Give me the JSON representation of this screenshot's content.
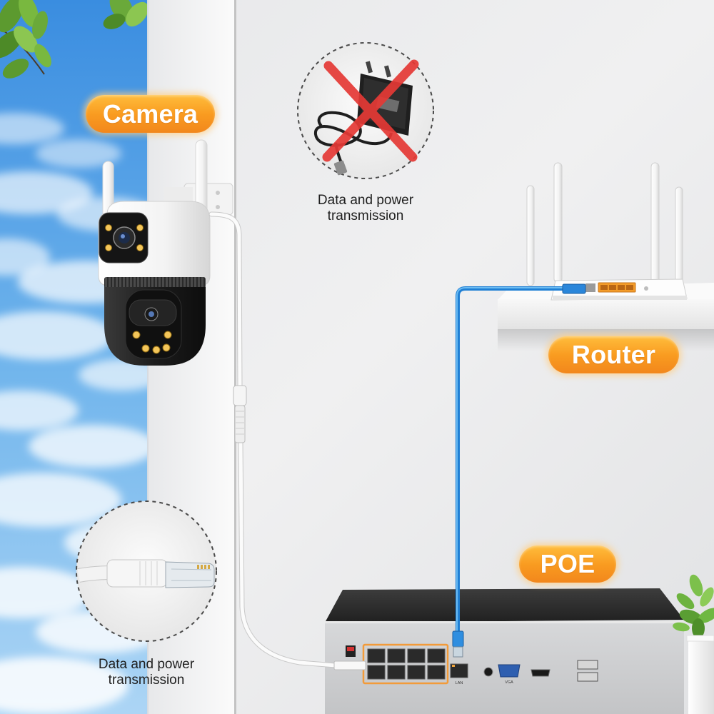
{
  "labels": {
    "camera": "Camera",
    "router": "Router",
    "poe": "POE"
  },
  "captions": {
    "adapter_circle": {
      "line1": "Data and power",
      "line2": "transmission"
    },
    "cable_circle": {
      "line1": "Data and power",
      "line2": "transmission"
    }
  },
  "nvr_port_labels": {
    "lan": "LAN",
    "vga": "VGA"
  },
  "icons": {
    "camera": "ptz-dual-lens-camera-icon",
    "router": "wifi-router-icon",
    "nvr": "poe-nvr-icon",
    "adapter": "power-adapter-crossed-icon",
    "connector": "rj45-connector-icon",
    "plant": "potted-plant-icon"
  },
  "colors": {
    "label_orange": "#f7941d",
    "label_text": "#ffffff",
    "cable_blue": "#2f8fe0",
    "cross_red": "#e53935",
    "port_highlight": "#f29b3a"
  }
}
